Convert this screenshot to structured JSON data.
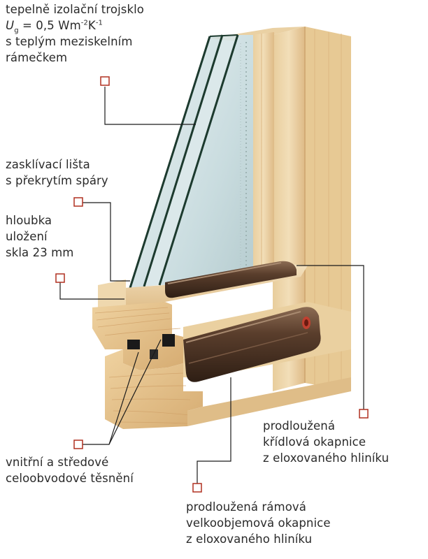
{
  "labels": {
    "glazing": {
      "line1": "tepelně izolační trojsklo",
      "u_symbol": "U",
      "u_sub": "g",
      "u_value": "= 0,5 Wm",
      "u_exp1": "-2",
      "u_unit2": "K",
      "u_exp2": "-1",
      "line3": "s teplým meziskelním",
      "line4": "rámečkem"
    },
    "bead": {
      "line1": "zasklívací lišta",
      "line2": "s překrytím spáry"
    },
    "depth": {
      "line1": "hloubka",
      "line2": "uložení",
      "line3": "skla 23 mm"
    },
    "seals": {
      "line1": "vnitřní a středové",
      "line2": "celoobvodové těsnění"
    },
    "sash_drip": {
      "line1": "prodloužená",
      "line2": "křídlová okapnice",
      "line3": "z eloxovaného hliníku"
    },
    "frame_drip": {
      "line1": "prodloužená rámová",
      "line2": "velkoobjemová okapnice",
      "line3": "z eloxovaného hliníku"
    }
  },
  "colors": {
    "wood_light": "#efd9b2",
    "wood_mid": "#e2c08c",
    "wood_dark": "#c89a62",
    "wood_grain": "#d4a872",
    "glass": "#cfe0e4",
    "glass_edge": "#1c3a2e",
    "aluminium": "#4a3324",
    "aluminium_hi": "#8a6a52",
    "marker": "#b03020",
    "leader": "#1a1a1a"
  },
  "icons": {
    "marker": "square-marker-icon"
  }
}
